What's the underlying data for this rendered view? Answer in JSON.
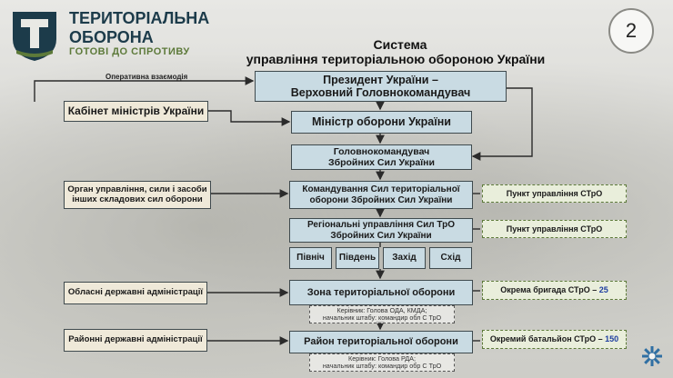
{
  "brand": {
    "line1": "ТЕРИТОРІАЛЬНА",
    "line2": "ОБОРОНА",
    "tagline": "ГОТОВІ ДО СПРОТИВУ",
    "logo_icon": "territorial-defense-emblem",
    "accent": "#1c3b4a",
    "green": "#5d7a3a"
  },
  "slide_number": "2",
  "title": {
    "line1": "Система",
    "line2": "управління територіальною обороною України"
  },
  "link_label": "Оперативна взаємодія",
  "nodes": {
    "president": {
      "line1": "Президент України –",
      "line2": "Верховний Головнокомандувач"
    },
    "cabinet": "Кабінет міністрів України",
    "minister": "Міністр оборони України",
    "commander": {
      "line1": "Головнокомандувач",
      "line2": "Збройних Сил України"
    },
    "other_forces": {
      "line1": "Орган управління, сили і засоби",
      "line2": "інших складових сил оборони"
    },
    "tro_command": {
      "line1": "Командування Сил територіальної",
      "line2": "оборони Збройних Сил України"
    },
    "regional": {
      "line1": "Регіональні управління Сил ТрО",
      "line2": "Збройних Сил України"
    },
    "regions": [
      "Північ",
      "Південь",
      "Захід",
      "Схід"
    ],
    "oblast_admin": "Обласні державні адміністрації",
    "zone": "Зона територіальної оборони",
    "zone_note": {
      "line1": "Керівник: Голова ОДА, КМДА;",
      "line2": "начальник штабу: командир обл С ТрО"
    },
    "district_admin": "Районні державні адміністрації",
    "district": "Район територіальної оборони",
    "district_note": {
      "line1": "Керівник: Голова РДА;",
      "line2": "начальник штабу: командир обр С ТрО"
    },
    "pu1": "Пункт управління СТрО",
    "pu2": "Пункт управління СТрО",
    "brigade": {
      "text": "Окрема бригада СТрО –",
      "count": "25"
    },
    "battalion": {
      "text": "Окремий батальйон СТрО –",
      "count": "150"
    }
  },
  "corner_icon": "snowflake-emblem-icon"
}
